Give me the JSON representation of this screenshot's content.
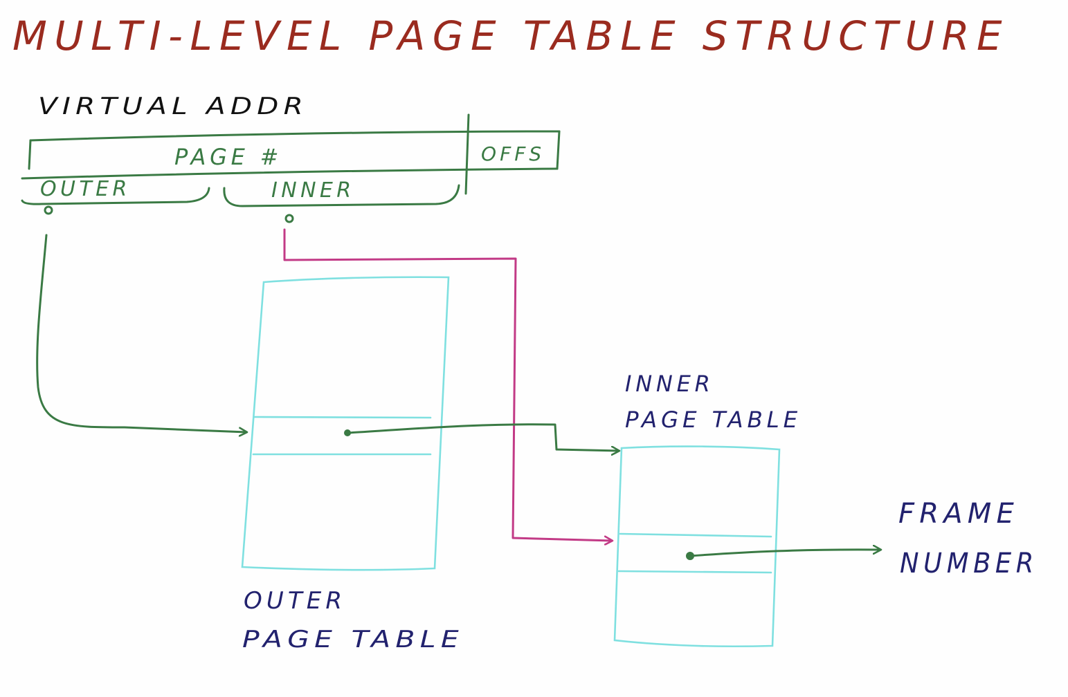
{
  "title": "MULTI-LEVEL PAGE TABLE STRUCTURE",
  "virtual_address": {
    "label": "VIRTUAL ADDR",
    "page_field": "PAGE #",
    "offset_field": "OFFS",
    "outer_part": "OUTER",
    "inner_part": "INNER"
  },
  "outer_table": {
    "label_line1": "OUTER",
    "label_line2": "PAGE TABLE"
  },
  "inner_table": {
    "label_line1": "INNER",
    "label_line2": "PAGE TABLE"
  },
  "result": {
    "label_line1": "FRAME",
    "label_line2": "NUMBER"
  },
  "colors": {
    "title": "#9a2b1f",
    "address_label": "#111111",
    "address_box": "#3a7a44",
    "outer_path": "#3a7a44",
    "inner_path": "#c23a86",
    "tables": "#7fe0e0",
    "table_labels": "#22226e"
  }
}
